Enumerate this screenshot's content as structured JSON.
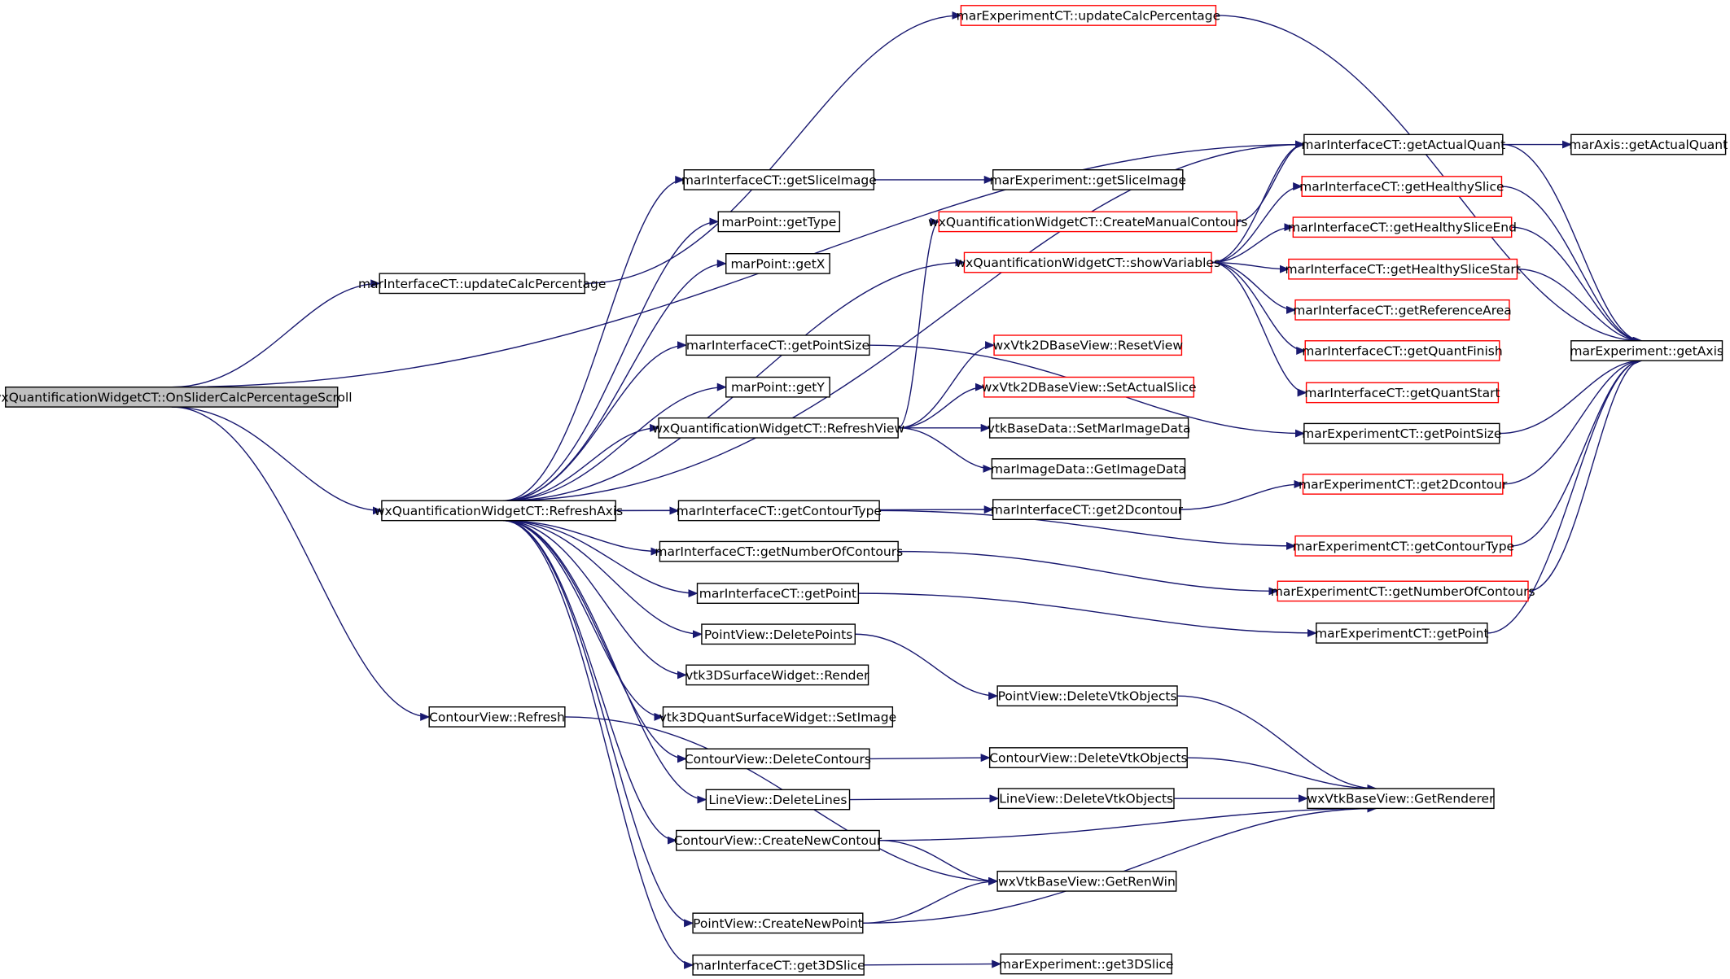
{
  "colors": {
    "edge": "#191970",
    "node_border": "#000000",
    "truncated_border": "#ff0000",
    "root_fill": "#bfbfbf",
    "node_fill": "#ffffff"
  },
  "nodes": [
    {
      "id": "root",
      "label": "wxQuantificationWidgetCT::OnSliderCalcPercentageScroll",
      "style": "root"
    },
    {
      "id": "n_updcalc_if",
      "label": "marInterfaceCT::updateCalcPercentage",
      "style": "normal"
    },
    {
      "id": "n_refreshaxis",
      "label": "wxQuantificationWidgetCT::RefreshAxis",
      "style": "normal"
    },
    {
      "id": "n_contour_refresh",
      "label": "ContourView::Refresh",
      "style": "normal"
    },
    {
      "id": "n_updcalc_exp",
      "label": "marExperimentCT::updateCalcPercentage",
      "style": "truncated"
    },
    {
      "id": "n_getslice",
      "label": "marInterfaceCT::getSliceImage",
      "style": "normal"
    },
    {
      "id": "n_gettype",
      "label": "marPoint::getType",
      "style": "normal"
    },
    {
      "id": "n_getx",
      "label": "marPoint::getX",
      "style": "normal"
    },
    {
      "id": "n_getpointsize",
      "label": "marInterfaceCT::getPointSize",
      "style": "normal"
    },
    {
      "id": "n_gety",
      "label": "marPoint::getY",
      "style": "normal"
    },
    {
      "id": "n_refreshview",
      "label": "wxQuantificationWidgetCT::RefreshView",
      "style": "normal"
    },
    {
      "id": "n_getcontourtype",
      "label": "marInterfaceCT::getContourType",
      "style": "normal"
    },
    {
      "id": "n_getnumcontours",
      "label": "marInterfaceCT::getNumberOfContours",
      "style": "normal"
    },
    {
      "id": "n_getpoint",
      "label": "marInterfaceCT::getPoint",
      "style": "normal"
    },
    {
      "id": "n_deletepoints",
      "label": "PointView::DeletePoints",
      "style": "normal"
    },
    {
      "id": "n_render",
      "label": "vtk3DSurfaceWidget::Render",
      "style": "normal"
    },
    {
      "id": "n_setimage",
      "label": "vtk3DQuantSurfaceWidget::SetImage",
      "style": "normal"
    },
    {
      "id": "n_deletecontours",
      "label": "ContourView::DeleteContours",
      "style": "normal"
    },
    {
      "id": "n_deletelines",
      "label": "LineView::DeleteLines",
      "style": "normal"
    },
    {
      "id": "n_createcontour",
      "label": "ContourView::CreateNewContour",
      "style": "normal"
    },
    {
      "id": "n_createpoint",
      "label": "PointView::CreateNewPoint",
      "style": "normal"
    },
    {
      "id": "n_get3dslice",
      "label": "marInterfaceCT::get3DSlice",
      "style": "normal"
    },
    {
      "id": "n_exp_getslice",
      "label": "marExperiment::getSliceImage",
      "style": "normal"
    },
    {
      "id": "n_createmanual",
      "label": "wxQuantificationWidgetCT::CreateManualContours",
      "style": "truncated"
    },
    {
      "id": "n_showvars",
      "label": "wxQuantificationWidgetCT::showVariables",
      "style": "truncated"
    },
    {
      "id": "n_resetview",
      "label": "wxVtk2DBaseView::ResetView",
      "style": "truncated"
    },
    {
      "id": "n_setactualslice",
      "label": "wxVtk2DBaseView::SetActualSlice",
      "style": "truncated"
    },
    {
      "id": "n_setmarimage",
      "label": "vtkBaseData::SetMarImageData",
      "style": "normal"
    },
    {
      "id": "n_getimagedata",
      "label": "marImageData::GetImageData",
      "style": "normal"
    },
    {
      "id": "n_get2dcontour",
      "label": "marInterfaceCT::get2Dcontour",
      "style": "normal"
    },
    {
      "id": "n_deletevtk_point",
      "label": "PointView::DeleteVtkObjects",
      "style": "normal"
    },
    {
      "id": "n_deletevtk_contour",
      "label": "ContourView::DeleteVtkObjects",
      "style": "normal"
    },
    {
      "id": "n_deletevtk_line",
      "label": "LineView::DeleteVtkObjects",
      "style": "normal"
    },
    {
      "id": "n_getrenwin",
      "label": "wxVtkBaseView::GetRenWin",
      "style": "normal"
    },
    {
      "id": "n_exp_get3dslice",
      "label": "marExperiment::get3DSlice",
      "style": "normal"
    },
    {
      "id": "n_getactualquant",
      "label": "marInterfaceCT::getActualQuant",
      "style": "normal"
    },
    {
      "id": "n_gethealthyslice",
      "label": "marInterfaceCT::getHealthySlice",
      "style": "truncated"
    },
    {
      "id": "n_gethealthysliceend",
      "label": "marInterfaceCT::getHealthySliceEnd",
      "style": "truncated"
    },
    {
      "id": "n_gethealthyslicestart",
      "label": "marInterfaceCT::getHealthySliceStart",
      "style": "truncated"
    },
    {
      "id": "n_getreferencearea",
      "label": "marInterfaceCT::getReferenceArea",
      "style": "truncated"
    },
    {
      "id": "n_getquantfinish",
      "label": "marInterfaceCT::getQuantFinish",
      "style": "truncated"
    },
    {
      "id": "n_getquantstart",
      "label": "marInterfaceCT::getQuantStart",
      "style": "truncated"
    },
    {
      "id": "n_exp_getpointsize",
      "label": "marExperimentCT::getPointSize",
      "style": "normal"
    },
    {
      "id": "n_exp_get2dcontour",
      "label": "marExperimentCT::get2Dcontour",
      "style": "truncated"
    },
    {
      "id": "n_exp_getcontourtype",
      "label": "marExperimentCT::getContourType",
      "style": "truncated"
    },
    {
      "id": "n_exp_getnumcontours",
      "label": "marExperimentCT::getNumberOfContours",
      "style": "truncated"
    },
    {
      "id": "n_exp_getpoint",
      "label": "marExperimentCT::getPoint",
      "style": "normal"
    },
    {
      "id": "n_getrenderer",
      "label": "wxVtkBaseView::GetRenderer",
      "style": "normal"
    },
    {
      "id": "n_axis_getactualquant",
      "label": "marAxis::getActualQuant",
      "style": "normal"
    },
    {
      "id": "n_getaxis",
      "label": "marExperiment::getAxis",
      "style": "normal"
    }
  ],
  "edges": [
    [
      "root",
      "n_updcalc_if"
    ],
    [
      "root",
      "n_refreshaxis"
    ],
    [
      "root",
      "n_contour_refresh"
    ],
    [
      "root",
      "n_getactualquant"
    ],
    [
      "n_updcalc_if",
      "n_updcalc_exp"
    ],
    [
      "n_updcalc_exp",
      "n_getaxis"
    ],
    [
      "n_refreshaxis",
      "n_getactualquant"
    ],
    [
      "n_refreshaxis",
      "n_getslice"
    ],
    [
      "n_refreshaxis",
      "n_gettype"
    ],
    [
      "n_refreshaxis",
      "n_getx"
    ],
    [
      "n_refreshaxis",
      "n_showvars"
    ],
    [
      "n_refreshaxis",
      "n_getpointsize"
    ],
    [
      "n_refreshaxis",
      "n_gety"
    ],
    [
      "n_refreshaxis",
      "n_refreshview"
    ],
    [
      "n_refreshaxis",
      "n_get2dcontour"
    ],
    [
      "n_refreshaxis",
      "n_getcontourtype"
    ],
    [
      "n_refreshaxis",
      "n_getnumcontours"
    ],
    [
      "n_refreshaxis",
      "n_getpoint"
    ],
    [
      "n_refreshaxis",
      "n_deletepoints"
    ],
    [
      "n_refreshaxis",
      "n_render"
    ],
    [
      "n_refreshaxis",
      "n_setimage"
    ],
    [
      "n_refreshaxis",
      "n_deletecontours"
    ],
    [
      "n_refreshaxis",
      "n_deletelines"
    ],
    [
      "n_refreshaxis",
      "n_createcontour"
    ],
    [
      "n_refreshaxis",
      "n_createpoint"
    ],
    [
      "n_refreshaxis",
      "n_get3dslice"
    ],
    [
      "n_contour_refresh",
      "n_getrenwin"
    ],
    [
      "n_getslice",
      "n_exp_getslice"
    ],
    [
      "n_getpointsize",
      "n_exp_getpointsize"
    ],
    [
      "n_refreshview",
      "n_createmanual"
    ],
    [
      "n_refreshview",
      "n_resetview"
    ],
    [
      "n_refreshview",
      "n_setactualslice"
    ],
    [
      "n_refreshview",
      "n_setmarimage"
    ],
    [
      "n_refreshview",
      "n_getimagedata"
    ],
    [
      "n_getcontourtype",
      "n_exp_getcontourtype"
    ],
    [
      "n_getnumcontours",
      "n_exp_getnumcontours"
    ],
    [
      "n_getpoint",
      "n_exp_getpoint"
    ],
    [
      "n_deletepoints",
      "n_deletevtk_point"
    ],
    [
      "n_deletecontours",
      "n_deletevtk_contour"
    ],
    [
      "n_deletelines",
      "n_deletevtk_line"
    ],
    [
      "n_createcontour",
      "n_getrenderer"
    ],
    [
      "n_createcontour",
      "n_getrenwin"
    ],
    [
      "n_createpoint",
      "n_getrenwin"
    ],
    [
      "n_createpoint",
      "n_getrenderer"
    ],
    [
      "n_get3dslice",
      "n_exp_get3dslice"
    ],
    [
      "n_createmanual",
      "n_getactualquant"
    ],
    [
      "n_showvars",
      "n_getactualquant"
    ],
    [
      "n_showvars",
      "n_gethealthyslice"
    ],
    [
      "n_showvars",
      "n_gethealthysliceend"
    ],
    [
      "n_showvars",
      "n_gethealthyslicestart"
    ],
    [
      "n_showvars",
      "n_getreferencearea"
    ],
    [
      "n_showvars",
      "n_getquantfinish"
    ],
    [
      "n_showvars",
      "n_getquantstart"
    ],
    [
      "n_get2dcontour",
      "n_exp_get2dcontour"
    ],
    [
      "n_deletevtk_point",
      "n_getrenderer"
    ],
    [
      "n_deletevtk_contour",
      "n_getrenderer"
    ],
    [
      "n_deletevtk_line",
      "n_getrenderer"
    ],
    [
      "n_getactualquant",
      "n_axis_getactualquant"
    ],
    [
      "n_getactualquant",
      "n_getaxis"
    ],
    [
      "n_gethealthyslice",
      "n_getaxis"
    ],
    [
      "n_gethealthysliceend",
      "n_getaxis"
    ],
    [
      "n_gethealthyslicestart",
      "n_getaxis"
    ],
    [
      "n_exp_getpointsize",
      "n_getaxis"
    ],
    [
      "n_exp_get2dcontour",
      "n_getaxis"
    ],
    [
      "n_exp_getcontourtype",
      "n_getaxis"
    ],
    [
      "n_exp_getnumcontours",
      "n_getaxis"
    ],
    [
      "n_exp_getpoint",
      "n_getaxis"
    ]
  ]
}
